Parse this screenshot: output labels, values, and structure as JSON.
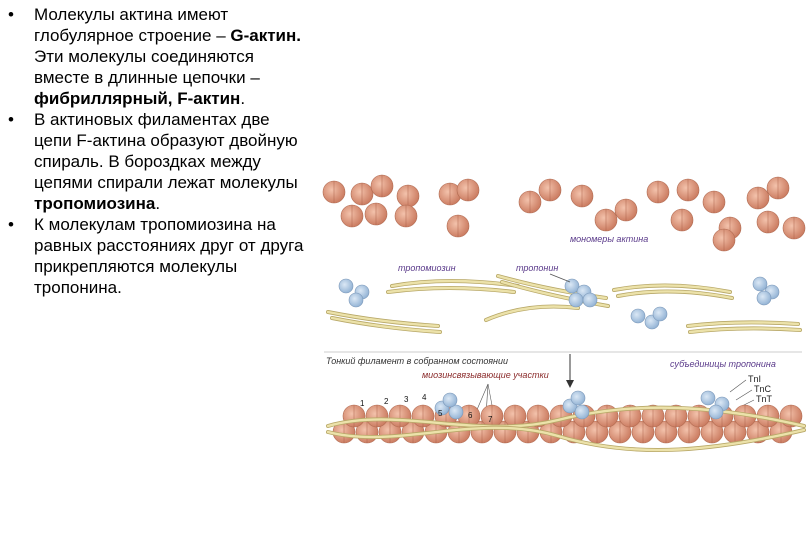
{
  "bullets": [
    {
      "parts": [
        {
          "text": "Молекулы актина имеют глобулярное строение – ",
          "bold": false
        },
        {
          "text": "G-актин.",
          "bold": true
        },
        {
          "text": " Эти молекулы соединяются вместе в длинные цепочки – ",
          "bold": false
        },
        {
          "text": "фибриллярный, F-актин",
          "bold": true
        },
        {
          "text": ".",
          "bold": false
        }
      ]
    },
    {
      "parts": [
        {
          "text": "В актиновых филаментах две цепи F-актина образуют двойную спираль. В бороздках между цепями спирали лежат молекулы ",
          "bold": false
        },
        {
          "text": "тропомиозина",
          "bold": true
        },
        {
          "text": ".",
          "bold": false
        }
      ]
    },
    {
      "parts": [
        {
          "text": "К молекулам тропомиозина на равных расстояниях друг от друга прикрепляются молекулы тропонина.",
          "bold": false
        }
      ]
    }
  ],
  "bullet_symbol": "•",
  "figure": {
    "label_monomers": "мономеры актина",
    "label_tropomyosin": "тропомиозин",
    "label_troponin": "тропонин",
    "label_thin_filament": "Тонкий филамент в собранном состоянии",
    "label_binding_sites": "миозинсвязывающие участки",
    "label_subunits": "субъединицы тропонина",
    "label_tni": "TnI",
    "label_tnc": "TnC",
    "label_tnt": "TnT",
    "numbers": [
      "1",
      "2",
      "3",
      "4",
      "5",
      "6",
      "7"
    ],
    "colors": {
      "actin": "#d9957a",
      "actin_dark": "#c06f55",
      "troponin": "#a9c4e0",
      "tropomyosin": "#e8dca0",
      "label_purple": "#5a3a8a",
      "label_red": "#8a2a2a"
    }
  }
}
